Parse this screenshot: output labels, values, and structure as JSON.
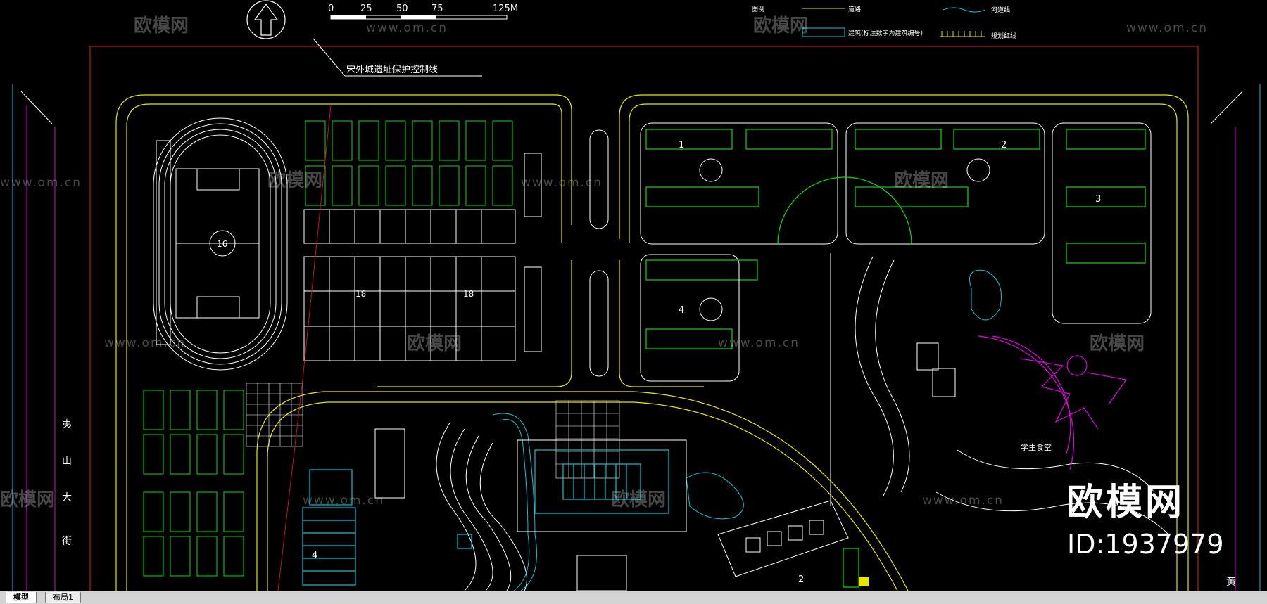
{
  "drawing": {
    "scale_labels": [
      "0",
      "25",
      "50",
      "75",
      "125M"
    ],
    "boundary_label": "宋外城遗址保护控制线",
    "legend": {
      "title": "图例",
      "road": "道路",
      "river": "河道线",
      "building": "建筑(标注数字为建筑编号)",
      "line": "规划红线"
    },
    "street_left": [
      "夷",
      "山",
      "大",
      "街"
    ],
    "street_right": "黄",
    "building_numbers": [
      "1",
      "2",
      "3",
      "4",
      "16",
      "18",
      "18",
      "4",
      "2"
    ],
    "canteen_label": "学生食堂"
  },
  "watermark": {
    "text": "欧模网",
    "url": "www.om.cn",
    "brand": "欧模网",
    "id": "ID:1937979"
  },
  "layout_tabs": [
    {
      "label": "模型",
      "active": true
    },
    {
      "label": "布局1",
      "active": false
    }
  ],
  "colors": {
    "background": "#000000",
    "boundary_red": "#c8102e",
    "road_yellow": "#e6e600",
    "building_green": "#00e000",
    "cyan": "#00c8d8",
    "magenta": "#e000e0",
    "white": "#ffffff"
  }
}
